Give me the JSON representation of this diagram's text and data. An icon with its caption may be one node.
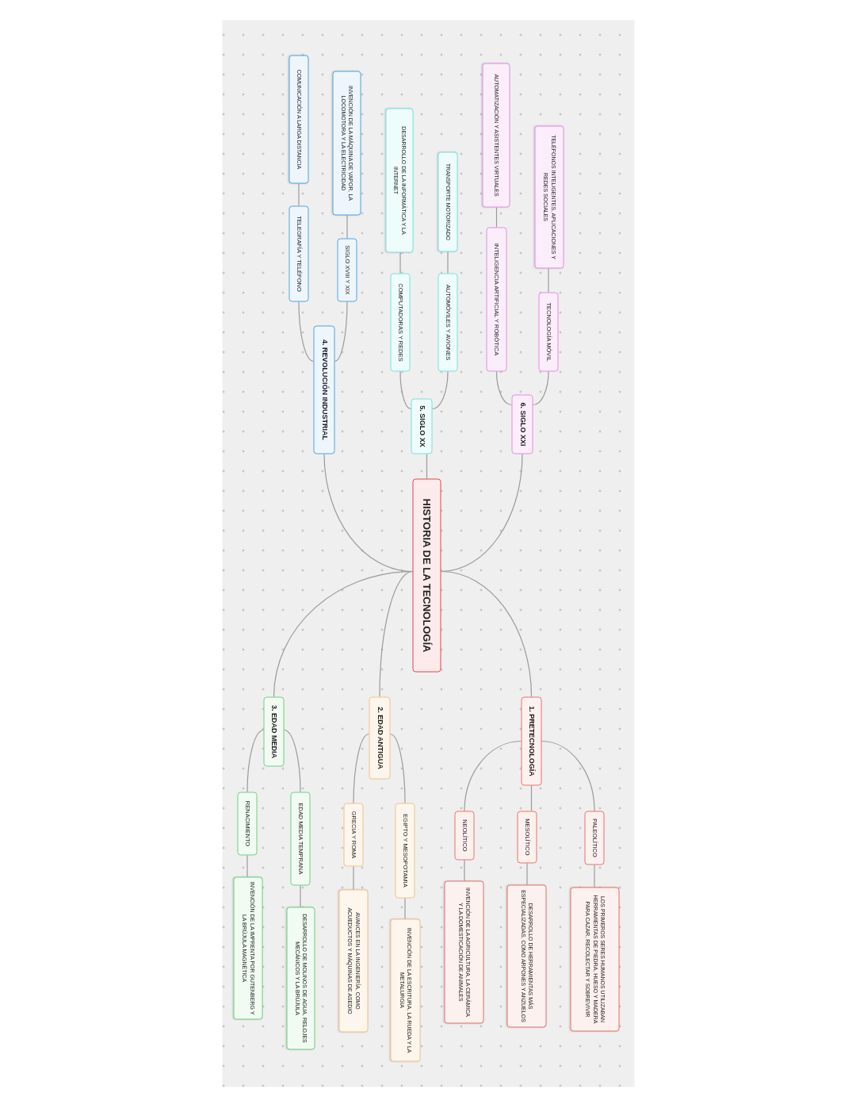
{
  "diagram": {
    "nodes": [
      {
        "text": [
          "HISTORIA DE LA TECNOLOGÍA"
        ]
      },
      {
        "text": [
          "1. PRETECNOLOGÍA"
        ]
      },
      {
        "text": [
          "PALEOLÍTICO"
        ]
      },
      {
        "text": [
          "LOS PRIMEROS SERES HUMANOS UTILIZABAN HERRAMIENTAS DE PIEDRA, HUESO Y MADERA PARA CAZAR, RECOLECTAR Y SOBREVIVIR"
        ]
      },
      {
        "text": [
          "MESOLÍTICO"
        ]
      },
      {
        "text": [
          "DESARROLLO DE HERRAMIENTAS MÁS ESPECIALIZADAS, COMO ARPONES Y ANZUELOS"
        ]
      },
      {
        "text": [
          "NEOLÍTICO"
        ]
      },
      {
        "text": [
          "INVENCIÓN DE LA AGRICULTURA, LA CERÁMICA Y LA DOMESTICACIÓN DE ANIMALES"
        ]
      },
      {
        "text": [
          "2. EDAD ANTIGUA"
        ]
      },
      {
        "text": [
          "EGIPTO Y MESOPOTAMIA"
        ]
      },
      {
        "text": [
          "INVENCIÓN DE LA ESCRITURA, LA RUEDA Y LA METALURGIA"
        ]
      },
      {
        "text": [
          "GRECIA Y ROMA"
        ]
      },
      {
        "text": [
          "AVANCES EN LA INGENIERÍA, COMO ACUEDUCTOS Y MÁQUINAS DE ASEDIO"
        ]
      },
      {
        "text": [
          "3. EDAD MEDIA"
        ]
      },
      {
        "text": [
          "EDAD MEDIA TEMPRANA"
        ]
      },
      {
        "text": [
          "DESARROLLO DE MOLINOS DE AGUA, RELOJES MECÁNICOS Y LA BRÚJULA"
        ]
      },
      {
        "text": [
          "RENACIMIENTO"
        ]
      },
      {
        "text": [
          "INVENCIÓN DE LA IMPRENTA POR GUTENBERG Y LA BRÚJULA MAGNÉTICA"
        ]
      },
      {
        "text": [
          "4. REVOLUCIÓN INDUSTRIAL"
        ]
      },
      {
        "text": [
          "SIGLO XVIII Y XIX"
        ]
      },
      {
        "text": [
          "INVENCIÓN DE LA MÁQUINA DE VAPOR, LA LOCOMOTORA Y LA ELECTRICIDAD"
        ]
      },
      {
        "text": [
          "TELEGRAFÍA Y TELÉFONO"
        ]
      },
      {
        "text": [
          "COMUNICACIÓN A LARGA DISTANCIA"
        ]
      },
      {
        "text": [
          "5. SIGLO XX"
        ]
      },
      {
        "text": [
          "AUTOMÓVILES Y AVIONES"
        ]
      },
      {
        "text": [
          "TRANSPORTE MOTORIZADO"
        ]
      },
      {
        "text": [
          "COMPUTADORAS Y REDES"
        ]
      },
      {
        "text": [
          "DESARROLLO DE LA INFORMÁTICA Y LA INTERNET"
        ]
      },
      {
        "text": [
          "6. SIGLO XXI"
        ]
      },
      {
        "text": [
          "TECNOLOGÍA MÓVIL"
        ]
      },
      {
        "text": [
          "TELÉFONOS INTELIGENTES, APLICACIONES Y REDES SOCIALES"
        ]
      },
      {
        "text": [
          "INTELIGENCIA ARTIFICIAL Y ROBÓTICA"
        ]
      },
      {
        "text": [
          "AUTOMATIZACIÓN Y ASISTENTES VIRTUALES"
        ]
      }
    ],
    "edges": [
      {
        "from": 0,
        "to": 1,
        "arrow": "none"
      },
      {
        "from": 1,
        "to": 2,
        "arrow": "none"
      },
      {
        "from": 2,
        "to": 3,
        "arrow": "none"
      },
      {
        "from": 1,
        "to": 4,
        "arrow": "none"
      },
      {
        "from": 4,
        "to": 5,
        "arrow": "none"
      },
      {
        "from": 1,
        "to": 6,
        "arrow": "none"
      },
      {
        "from": 6,
        "to": 7,
        "arrow": "none"
      },
      {
        "from": 0,
        "to": 8,
        "arrow": "none"
      },
      {
        "from": 8,
        "to": 9,
        "arrow": "none"
      },
      {
        "from": 9,
        "to": 10,
        "arrow": "none"
      },
      {
        "from": 8,
        "to": 11,
        "arrow": "none"
      },
      {
        "from": 11,
        "to": 12,
        "arrow": "none"
      },
      {
        "from": 0,
        "to": 13,
        "arrow": "none"
      },
      {
        "from": 13,
        "to": 14,
        "arrow": "none"
      },
      {
        "from": 14,
        "to": 15,
        "arrow": "none"
      },
      {
        "from": 13,
        "to": 16,
        "arrow": "none"
      },
      {
        "from": 16,
        "to": 17,
        "arrow": "none"
      },
      {
        "from": 0,
        "to": 18,
        "arrow": "none"
      },
      {
        "from": 18,
        "to": 19,
        "arrow": "none"
      },
      {
        "from": 19,
        "to": 20,
        "arrow": "none"
      },
      {
        "from": 18,
        "to": 21,
        "arrow": "none"
      },
      {
        "from": 21,
        "to": 22,
        "arrow": "none"
      },
      {
        "from": 0,
        "to": 23,
        "arrow": "none"
      },
      {
        "from": 23,
        "to": 24,
        "arrow": "none"
      },
      {
        "from": 24,
        "to": 25,
        "arrow": "none"
      },
      {
        "from": 23,
        "to": 26,
        "arrow": "none"
      },
      {
        "from": 26,
        "to": 27,
        "arrow": "none"
      },
      {
        "from": 0,
        "to": 28,
        "arrow": "none"
      },
      {
        "from": 28,
        "to": 29,
        "arrow": "none"
      },
      {
        "from": 29,
        "to": 30,
        "arrow": "none"
      },
      {
        "from": 28,
        "to": 31,
        "arrow": "none"
      },
      {
        "from": 31,
        "to": 32,
        "arrow": "none"
      }
    ]
  }
}
